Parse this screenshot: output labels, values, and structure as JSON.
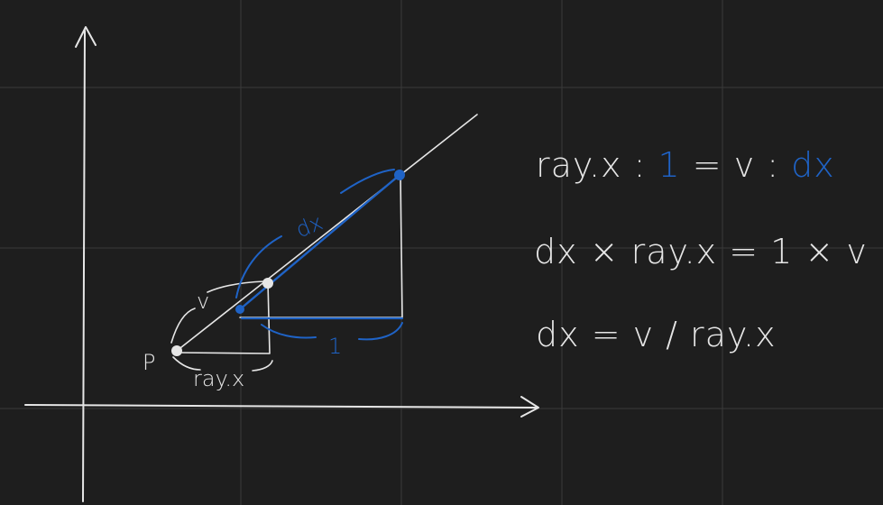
{
  "labels": {
    "p": "P",
    "v": "v",
    "ray_x": "ray.x",
    "dx": "dx",
    "one": "1"
  },
  "equations": [
    {
      "parts": [
        {
          "text": "ray.x : ",
          "color": "white"
        },
        {
          "text": "1",
          "color": "blue"
        },
        {
          "text": " = v : ",
          "color": "white"
        },
        {
          "text": "dx",
          "color": "blue"
        }
      ]
    },
    {
      "parts": [
        {
          "text": "dx × ray.x = 1 × v",
          "color": "white"
        }
      ]
    },
    {
      "parts": [
        {
          "text": "dx = v / ray.x",
          "color": "white"
        }
      ]
    }
  ],
  "colors": {
    "background": "#1e1e1e",
    "grid": "#3a3a3a",
    "chalk": "#e6e6e6",
    "accent": "#1f63c6"
  }
}
